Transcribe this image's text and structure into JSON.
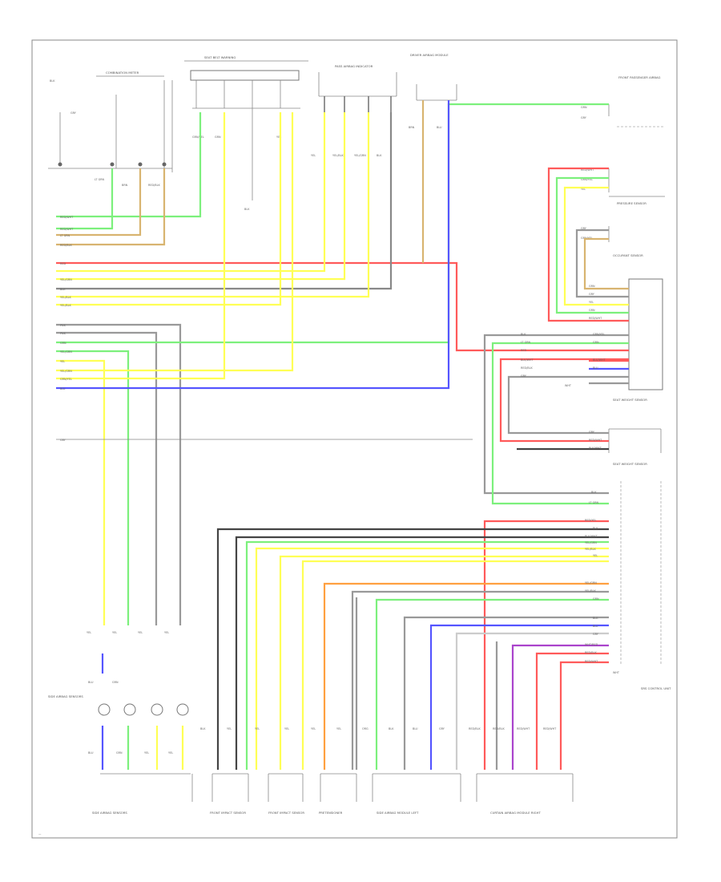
{
  "diagram": {
    "page_marker": "—",
    "components": [
      {
        "id": "combination-meter",
        "label": "COMBINATION METER"
      },
      {
        "id": "seat-belt-warning",
        "label": "SEAT BELT WARNING"
      },
      {
        "id": "passenger-airbag-indicator",
        "label": "PASS AIRBAG INDICATOR"
      },
      {
        "id": "driver-airbag-module",
        "label": "DRIVER AIRBAG MODULE"
      },
      {
        "id": "front-passenger-airbag",
        "label": "FRONT PASSENGER AIRBAG"
      },
      {
        "id": "occupant-sensor",
        "label": "OCCUPANT SENSOR"
      },
      {
        "id": "pressure-sensor",
        "label": "PRESSURE SENSOR"
      },
      {
        "id": "seat-weight-sensor",
        "label": "SEAT WEIGHT SENSOR"
      },
      {
        "id": "side-airbag-sensors",
        "label": "SIDE AIRBAG SENSORS"
      },
      {
        "id": "front-impact-sensor-right",
        "label": "FRONT IMPACT SENSOR"
      },
      {
        "id": "front-impact-sensor-left",
        "label": "FRONT IMPACT SENSOR"
      },
      {
        "id": "pretensioner",
        "label": "PRETENSIONER"
      },
      {
        "id": "side-airbag-module-left",
        "label": "SIDE AIRBAG MODULE LEFT"
      },
      {
        "id": "curtain-airbag-module-right",
        "label": "CURTAIN AIRBAG MODULE RIGHT"
      },
      {
        "id": "srs-control-unit",
        "label": "SRS CONTROL UNIT"
      }
    ],
    "wire_codes": {
      "grn_yel": "GRN/YEL",
      "blk": "BLK",
      "wht": "WHT",
      "yel": "YEL",
      "yel_blk": "YEL/BLK",
      "yel_grn": "YEL/GRN",
      "red": "RED",
      "red_wht": "RED/WHT",
      "red_blk": "RED/BLK",
      "grn": "GRN",
      "blu": "BLU",
      "org": "ORG",
      "pnk": "PNK",
      "gry": "GRY",
      "brn": "BRN",
      "lt_grn": "LT GRN",
      "blk_wht": "BLK/WHT",
      "blu_wht": "BLU/WHT",
      "wht_red": "WHT/RED",
      "red_yel": "RED/YEL"
    },
    "colors": {
      "red": "#ff5a5a",
      "green": "#7cf07c",
      "yellow": "#ffff55",
      "blue": "#5555ff",
      "orange": "#ffa040",
      "tan": "#d8b470",
      "gray": "#888888",
      "dark_gray": "#444444",
      "purple": "#aa44cc",
      "frame": "#888888"
    }
  }
}
